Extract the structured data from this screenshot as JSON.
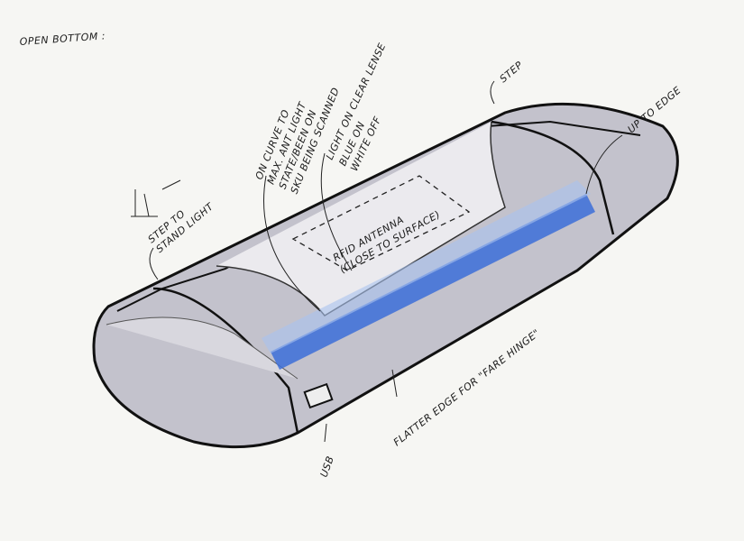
{
  "notes": {
    "open_bottom": "OPEN BOTTOM :",
    "curve_line1": "ON CURVE TO",
    "curve_line2": "MAX. ANT LIGHT",
    "curve_line3": "STATE/BEEN ON",
    "curve_line4": "SKU BEING SCANNED",
    "lens_line1": "LIGHT ON CLEAR LENSE",
    "lens_line2": "BLUE ON",
    "lens_line3": "WHITE OFF",
    "step": "STEP",
    "up_to_edge": "UP TO EDGE",
    "step_stand_line1": "STEP TO",
    "step_stand_line2": "STAND LIGHT",
    "rfid_line1": "RFID ANTENNA",
    "rfid_line2": "(CLOSE TO SURFACE)",
    "flatter_edge": "FLATTER EDGE FOR \"FARE HINGE\"",
    "usb": "USB"
  },
  "colors": {
    "paper": "#f6f6f3",
    "body": "#b9b8c4",
    "light": "#3c6fd8",
    "ink": "#1a1a1a"
  }
}
